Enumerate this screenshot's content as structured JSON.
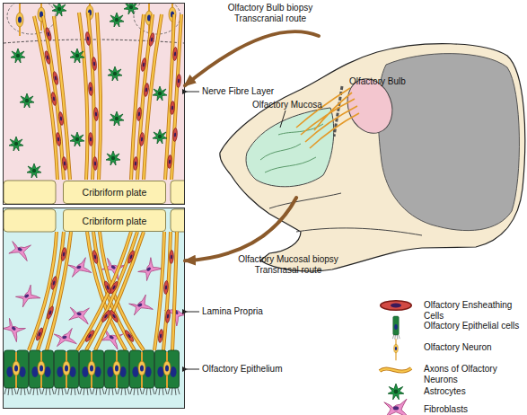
{
  "diagram": {
    "nodes": [
      {
        "text": [
          "Nerve Fibre Layer"
        ]
      },
      {
        "text": [
          "Cribriform plate"
        ],
        "in": 0
      },
      {
        "text": [
          "Olfactory Bulb",
          "Olfactory Mucosa"
        ]
      },
      {
        "text": [
          "Lamina Propria",
          "Olfactory Epithelium"
        ]
      },
      {
        "text": [
          "Cribriform plate"
        ],
        "in": 3
      }
    ],
    "edges": [
      {
        "from": 2,
        "to": 0,
        "label": "Olfactory Bulb biopsy Transcranial route",
        "arrow": "to"
      },
      {
        "from": 2,
        "to": 3,
        "label": "Olfactory Mucosal biopsy Transnasal route",
        "arrow": "to"
      }
    ],
    "legend": [
      {
        "text": "Olfactory Ensheathing Cells"
      },
      {
        "text": "Olfactory Epithelial cells"
      },
      {
        "text": "Olfactory Neuron"
      },
      {
        "text": "Axons of Olfactory Neurons"
      },
      {
        "text": "Astrocytes"
      },
      {
        "text": "Fibroblasts"
      }
    ]
  }
}
